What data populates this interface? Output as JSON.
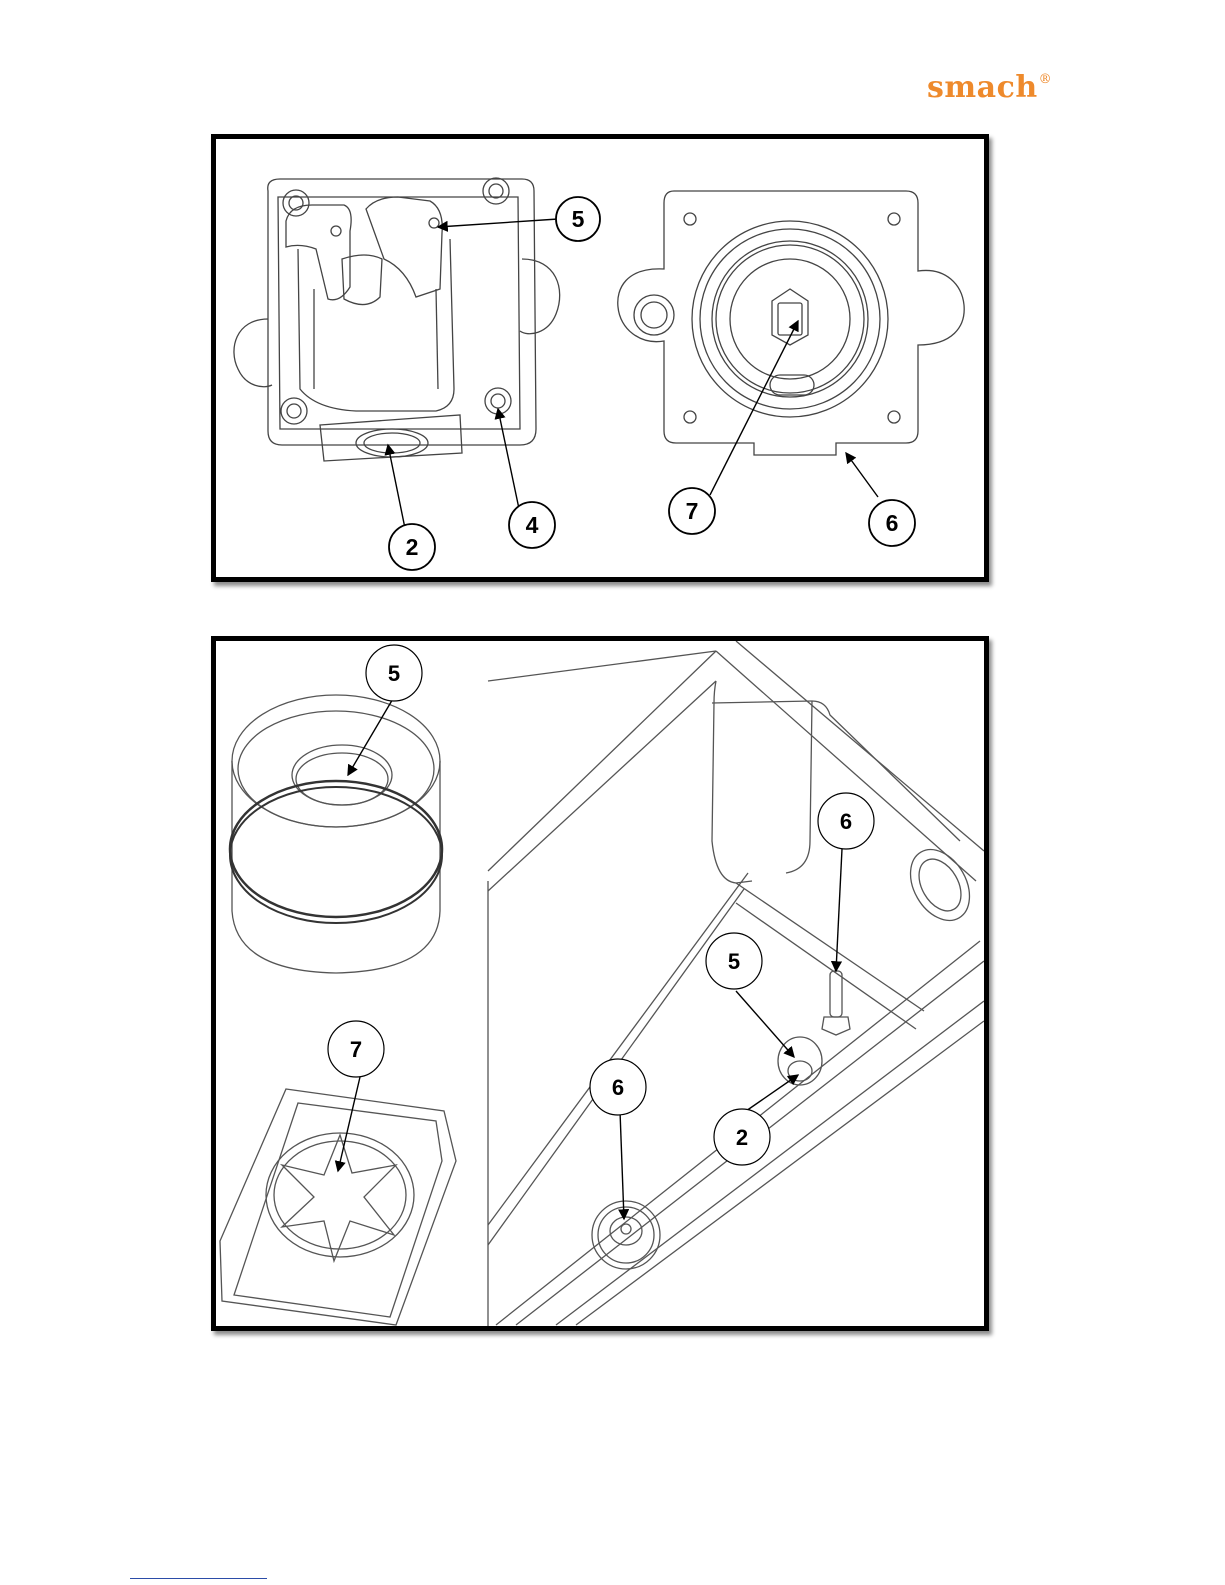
{
  "header": {
    "logo_text": "smach",
    "registered_mark": "®",
    "brand_color": "#ee8a2c"
  },
  "figure_top": {
    "callouts": [
      "5",
      "4",
      "2",
      "7",
      "6"
    ]
  },
  "figure_bottom": {
    "callouts": [
      "5",
      "7",
      "6",
      "5",
      "2",
      "6"
    ]
  }
}
